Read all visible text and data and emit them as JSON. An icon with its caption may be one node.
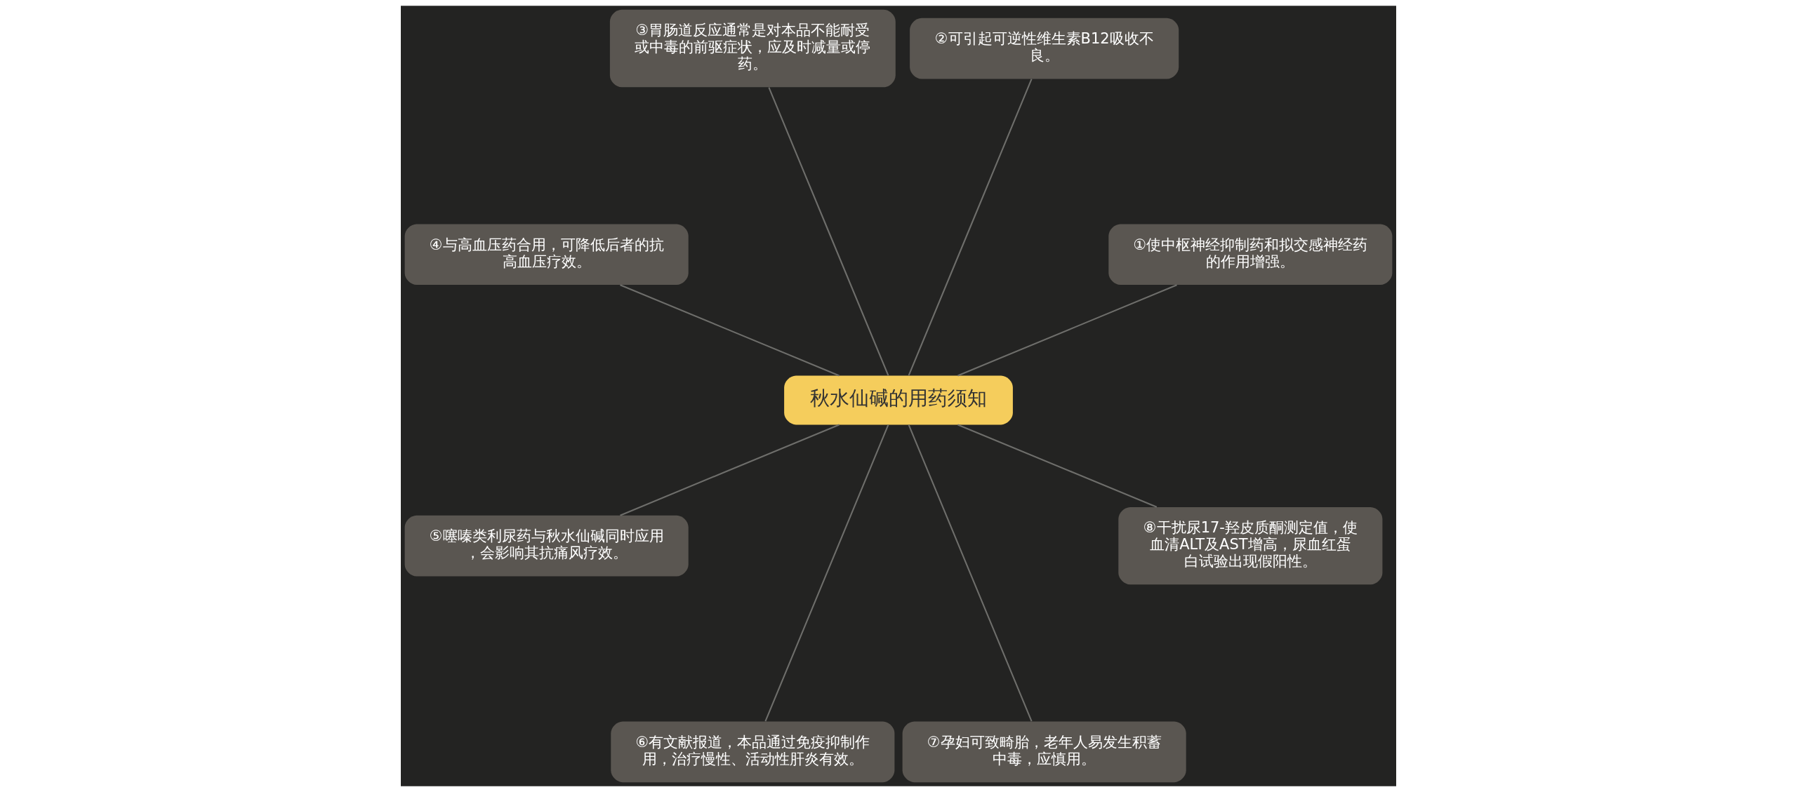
{
  "diagram": {
    "nodes": [
      {
        "text": [
          "秋水仙碱的用药须知"
        ]
      },
      {
        "text": [
          "①使中枢神经抑制药和拟交感神经药的作用增强。"
        ]
      },
      {
        "text": [
          "②可引起可逆性维生素B12吸收不良。"
        ]
      },
      {
        "text": [
          "③胃肠道反应通常是对本品不能耐受或中毒的前驱症状，应及时减量或停药。"
        ]
      },
      {
        "text": [
          "④与高血压药合用，可降低后者的抗高血压疗效。"
        ]
      },
      {
        "text": [
          "⑤噻嗪类利尿药与秋水仙碱同时应用，会影响其抗痛风疗效。"
        ]
      },
      {
        "text": [
          "⑥有文献报道，本品通过免疫抑制作用，治疗慢性、活动性肝炎有效。"
        ]
      },
      {
        "text": [
          "⑦孕妇可致畸胎，老年人易发生积蓄中毒，应慎用。"
        ]
      },
      {
        "text": [
          "⑧干扰尿17-羟皮质酮测定值，使血清ALT及AST增高，尿血红蛋白试验出现假阳性。"
        ]
      }
    ],
    "edges": [
      {
        "from": 0,
        "to": 1,
        "arrow": "none"
      },
      {
        "from": 0,
        "to": 2,
        "arrow": "none"
      },
      {
        "from": 0,
        "to": 3,
        "arrow": "none"
      },
      {
        "from": 0,
        "to": 4,
        "arrow": "none"
      },
      {
        "from": 0,
        "to": 5,
        "arrow": "none"
      },
      {
        "from": 0,
        "to": 6,
        "arrow": "none"
      },
      {
        "from": 0,
        "to": 7,
        "arrow": "none"
      },
      {
        "from": 0,
        "to": 8,
        "arrow": "none"
      }
    ]
  }
}
